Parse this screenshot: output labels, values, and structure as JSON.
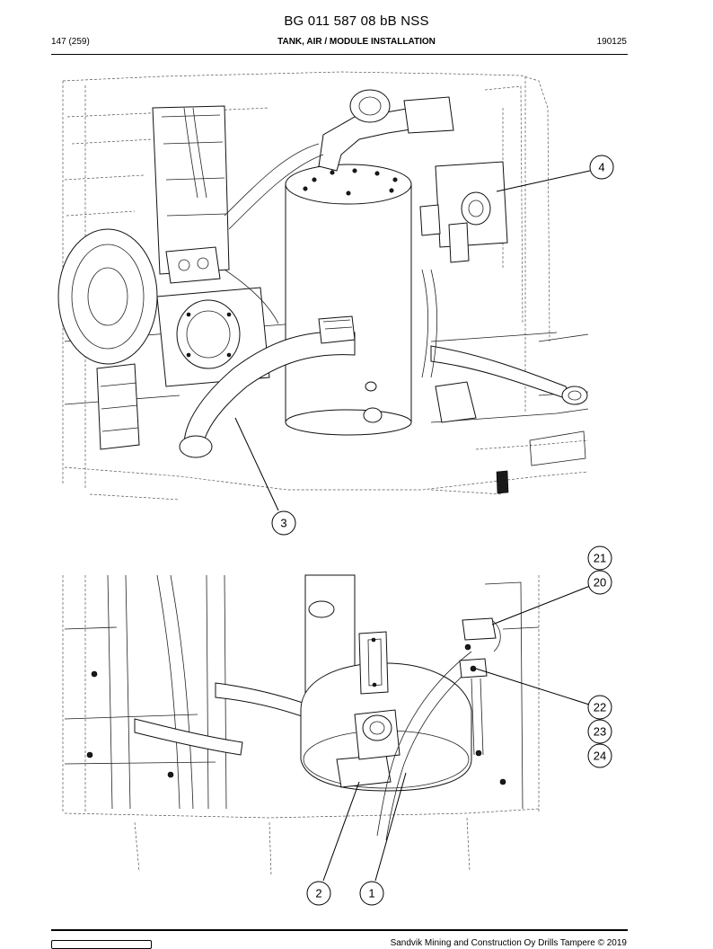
{
  "document": {
    "title": "BG 011 587 08 bB NSS",
    "page": "147 (259)",
    "section": "TANK, AIR / MODULE INSTALLATION",
    "date": "190125",
    "footer": "Sandvik Mining and Construction Oy Drills Tampere © 2019"
  },
  "figures": {
    "upper": {
      "callouts": [
        "4",
        "3"
      ]
    },
    "lower": {
      "callouts": [
        "21",
        "20",
        "22",
        "23",
        "24",
        "2",
        "1"
      ]
    }
  }
}
